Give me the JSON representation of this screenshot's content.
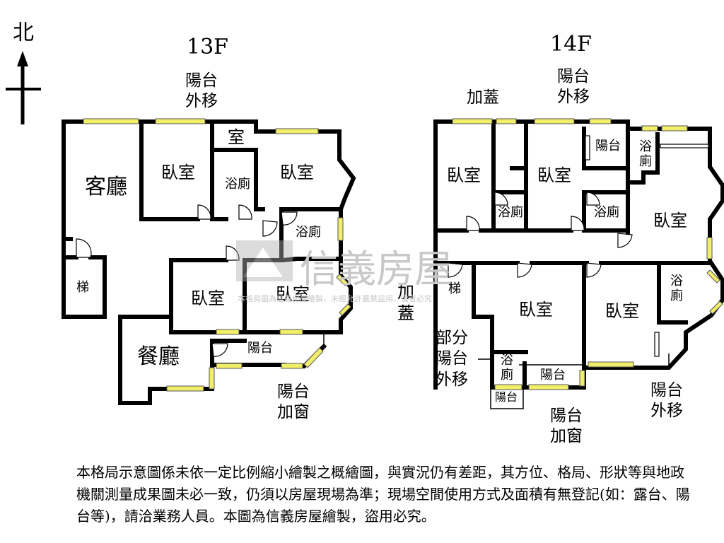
{
  "compass": {
    "label": "北"
  },
  "floor13": {
    "title": "13F",
    "balcony_move_top": "陽台\n外移",
    "living_room": "客廳",
    "bedroom_1": "臥室",
    "utility_room": "室",
    "bedroom_2": "臥室",
    "bath_1": "浴廁",
    "bath_2": "浴廁",
    "stairs": "梯",
    "bedroom_3": "臥室",
    "bedroom_4": "臥室",
    "dining_room": "餐廳",
    "balcony": "陽台",
    "balcony_window": "陽台\n加窗"
  },
  "floor14": {
    "title": "14F",
    "addition_top": "加蓋",
    "balcony_move_top": "陽台\n外移",
    "bedroom_1": "臥室",
    "bath_1": "浴廁",
    "bedroom_2": "臥室",
    "bath_2": "浴廁",
    "balcony_small": "陽台",
    "bath_3": "浴\n廁",
    "bedroom_3": "臥室",
    "addition_left": "加\n蓋",
    "stairs": "梯",
    "bedroom_4": "臥室",
    "bedroom_5": "臥室",
    "bath_4": "浴\n廁",
    "partial_balcony_move": "部分\n陽台\n外移",
    "bath_5": "浴\n廁",
    "balcony_mid": "陽台",
    "balcony_box": "陽台",
    "balcony_window": "陽台\n加窗",
    "balcony_move_right": "陽台\n外移"
  },
  "watermark": {
    "brand": "信義房屋",
    "note": "本格局圖為信義房屋繪製，未經允許嚴禁盜用，違者必究"
  },
  "footer": {
    "disclaimer": "本格局示意圖係未依一定比例縮小繪製之概繪圖，與實況仍有差距，其方位、格局、形狀等與地政機關測量成果圖未必一致，仍須以房屋現場為準；現場空間使用方式及面積有無登記(如：露台、陽台等)，請洽業務人員。本圖為信義房屋繪製，盜用必究。"
  }
}
